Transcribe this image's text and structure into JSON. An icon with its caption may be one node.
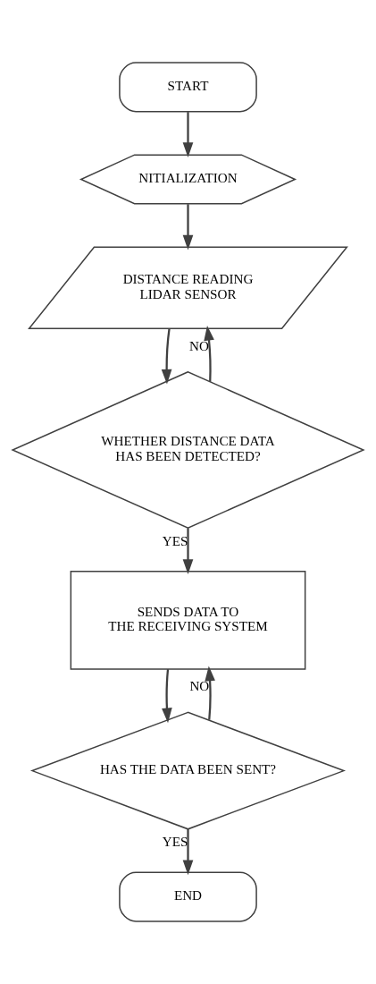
{
  "diagram": {
    "nodes": [
      {
        "text": [
          "START"
        ]
      },
      {
        "text": [
          "NITIALIZATION"
        ]
      },
      {
        "text": [
          "DISTANCE READING LIDAR SENSOR"
        ]
      },
      {
        "text": [
          "WHETHER DISTANCE DATA HAS BEEN DETECTED?"
        ]
      },
      {
        "text": [
          "SENDS DATA TO THE RECEIVING SYSTEM"
        ]
      },
      {
        "text": [
          "HAS THE DATA BEEN SENT?"
        ]
      },
      {
        "text": [
          "END"
        ]
      }
    ],
    "edges": [
      {
        "from": 0,
        "to": 1,
        "arrow": "to"
      },
      {
        "from": 1,
        "to": 2,
        "arrow": "to"
      },
      {
        "from": 2,
        "to": 3,
        "arrow": "to"
      },
      {
        "from": 3,
        "to": 2,
        "arrow": "to",
        "label": "NO"
      },
      {
        "from": 3,
        "to": 4,
        "arrow": "to",
        "label": "YES"
      },
      {
        "from": 4,
        "to": 5,
        "arrow": "to"
      },
      {
        "from": 5,
        "to": 4,
        "arrow": "to",
        "label": "NO"
      },
      {
        "from": 5,
        "to": 6,
        "arrow": "to",
        "label": "YES"
      }
    ]
  }
}
